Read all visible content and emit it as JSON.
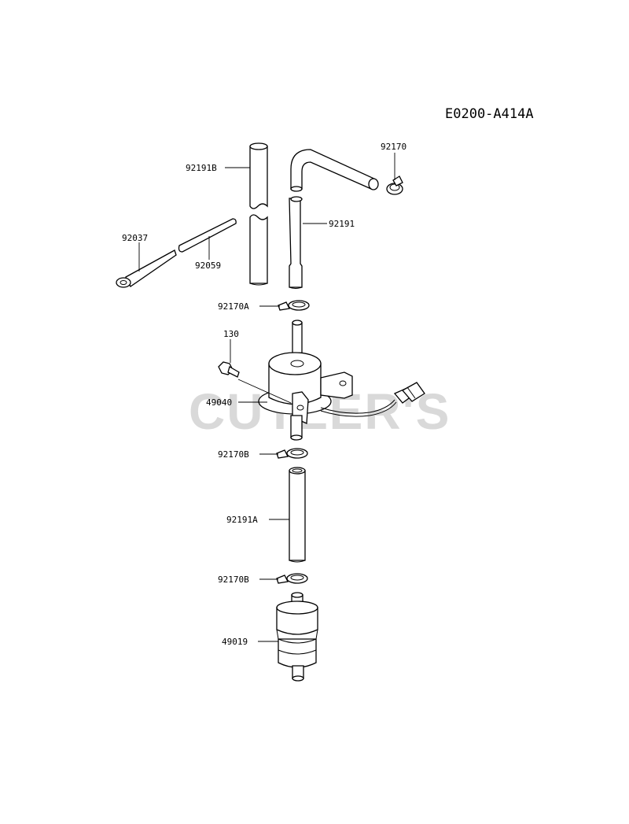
{
  "diagram_code": "E0200-A414A",
  "watermark": "CUTLER'S",
  "labels": {
    "p92191B": "92191B",
    "p92170": "92170",
    "p92191": "92191",
    "p92037": "92037",
    "p92059": "92059",
    "p92170A": "92170A",
    "p130": "130",
    "p49040": "49040",
    "p92170B_upper": "92170B",
    "p92191A": "92191A",
    "p92170B_lower": "92170B",
    "p49019": "49019"
  }
}
